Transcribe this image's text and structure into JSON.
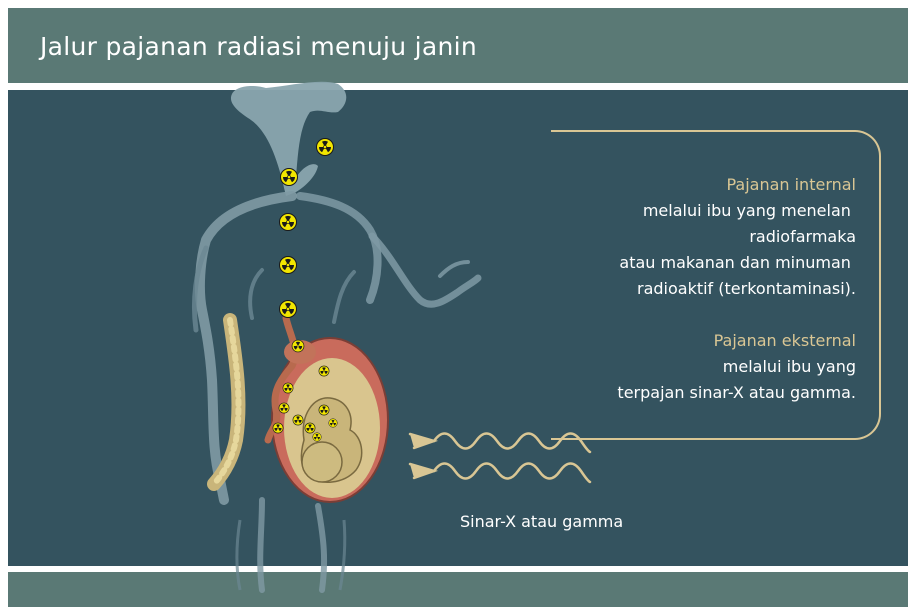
{
  "title": "Jalur pajanan radiasi menuju janin",
  "internal": {
    "heading": "Pajanan internal",
    "lines": [
      "melalui ibu yang menelan ",
      "radiofarmaka",
      "atau makanan dan minuman ",
      "radioaktif (terkontaminasi)."
    ]
  },
  "external": {
    "heading": "Pajanan eksternal",
    "lines": [
      "melalui ibu yang",
      "terpajan sinar-X atau gamma."
    ]
  },
  "rays_caption": "Sinar-X atau gamma",
  "colors": {
    "header": "#5a7975",
    "panel": "#34535f",
    "accent": "#d9c694",
    "body_silhouette": "#8aa5ae",
    "radiation_symbol": "#f2e600"
  },
  "icons": {
    "radiation": "radiation-trefoil-icon",
    "wave_arrow": "wavy-arrow-icon"
  }
}
